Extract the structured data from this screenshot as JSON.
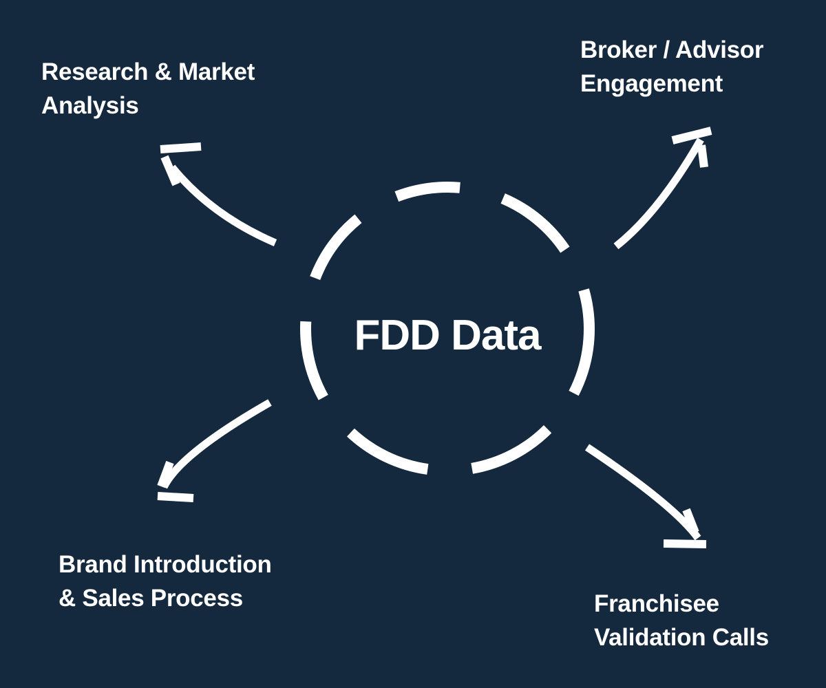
{
  "colors": {
    "background": "#15293E",
    "foreground": "#FFFFFF"
  },
  "center": {
    "label": "FDD Data"
  },
  "nodes": [
    {
      "id": "research-market-analysis",
      "position": "top-left",
      "line1": "Research & Market",
      "line2": "Analysis"
    },
    {
      "id": "broker-advisor-engagement",
      "position": "top-right",
      "line1": "Broker / Advisor",
      "line2": "Engagement"
    },
    {
      "id": "brand-introduction-sales-process",
      "position": "bottom-left",
      "line1": "Brand Introduction",
      "line2": "& Sales Process"
    },
    {
      "id": "franchisee-validation-calls",
      "position": "bottom-right",
      "line1": "Franchisee",
      "line2": "Validation Calls"
    }
  ],
  "icons": {
    "dashed-circle-icon": "hand-drawn dashed ring around center label",
    "arrow-top-left-icon": "curved arrow pointing up-left",
    "arrow-top-right-icon": "curved arrow pointing up-right",
    "arrow-bottom-left-icon": "curved arrow pointing down-left",
    "arrow-bottom-right-icon": "curved arrow pointing down-right"
  }
}
